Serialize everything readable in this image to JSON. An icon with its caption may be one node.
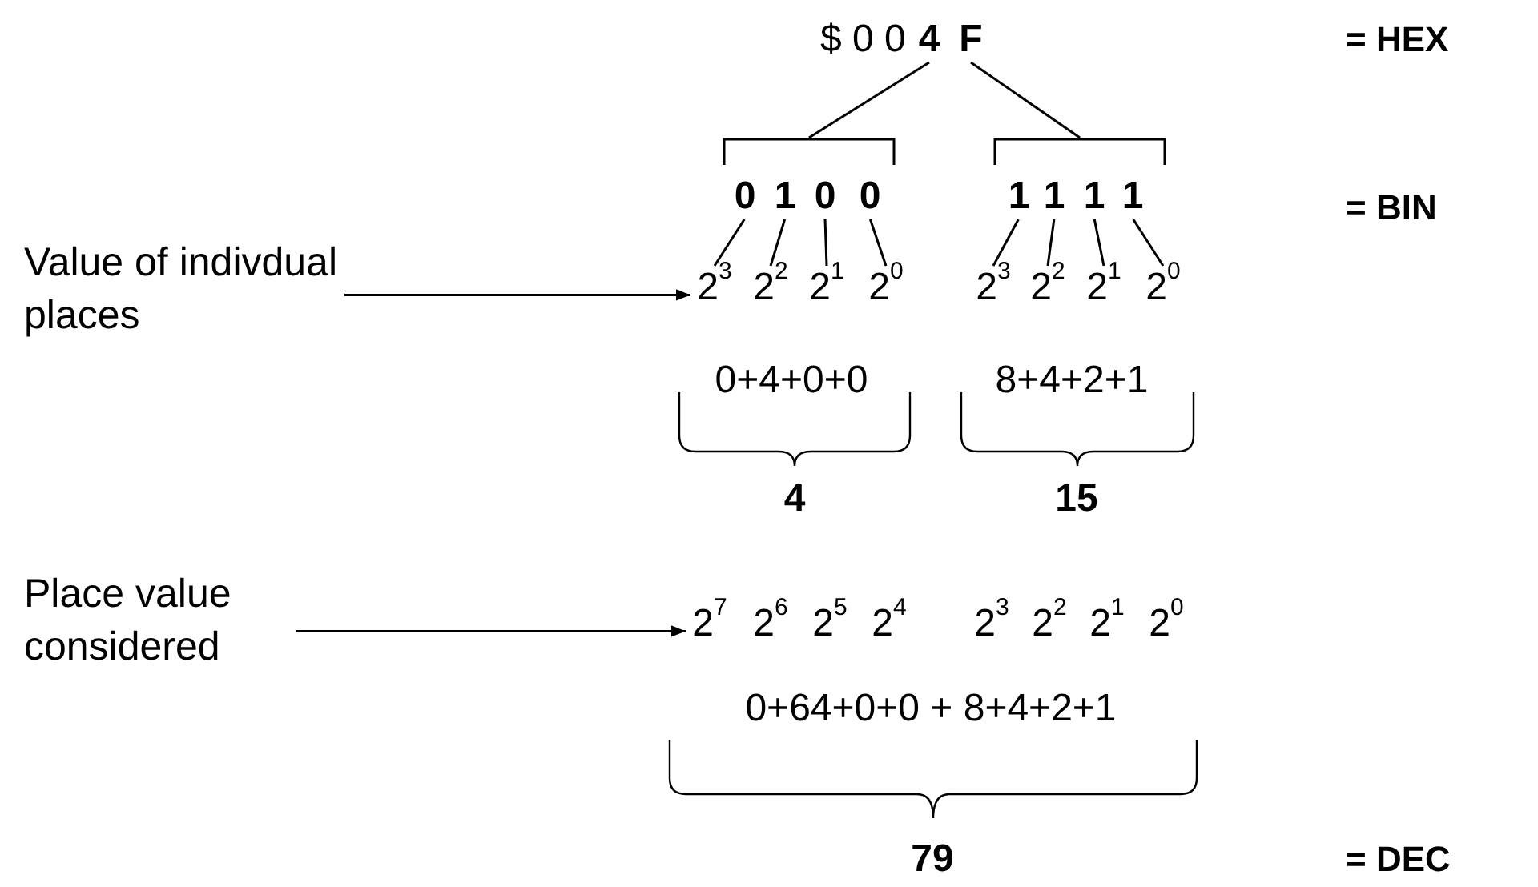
{
  "diagram": {
    "nodes": [
      {
        "text": [
          "4"
        ]
      },
      {
        "text": [
          "F"
        ]
      },
      {
        "text": [],
        "shape": "bracket"
      },
      {
        "text": [],
        "shape": "bracket"
      },
      {
        "text": [
          "0"
        ]
      },
      {
        "text": [
          "1"
        ]
      },
      {
        "text": [
          "0"
        ]
      },
      {
        "text": [
          "0"
        ]
      },
      {
        "text": [
          "1"
        ]
      },
      {
        "text": [
          "1"
        ]
      },
      {
        "text": [
          "1"
        ]
      },
      {
        "text": [
          "1"
        ]
      },
      {
        "text": [
          "2$^{3}$"
        ]
      },
      {
        "text": [
          "2$^{2}$"
        ]
      },
      {
        "text": [
          "2$^{1}$"
        ]
      },
      {
        "text": [
          "2$^{0}$"
        ]
      },
      {
        "text": [
          "2$^{3}$"
        ]
      },
      {
        "text": [
          "2$^{2}$"
        ]
      },
      {
        "text": [
          "2$^{1}$"
        ]
      },
      {
        "text": [
          "2$^{0}$"
        ]
      },
      {
        "text": [
          "Value of indivdual places"
        ]
      },
      {
        "text": [
          "Place value considered"
        ]
      },
      {
        "text": [
          "2$^{7}$"
        ]
      }
    ],
    "edges": [
      {
        "from": 0,
        "to": 2,
        "arrow": "none"
      },
      {
        "from": 1,
        "to": 3,
        "arrow": "none"
      },
      {
        "from": 4,
        "to": 12,
        "arrow": "none"
      },
      {
        "from": 5,
        "to": 13,
        "arrow": "none"
      },
      {
        "from": 6,
        "to": 14,
        "arrow": "none"
      },
      {
        "from": 7,
        "to": 15,
        "arrow": "none"
      },
      {
        "from": 8,
        "to": 16,
        "arrow": "none"
      },
      {
        "from": 9,
        "to": 17,
        "arrow": "none"
      },
      {
        "from": 10,
        "to": 18,
        "arrow": "none"
      },
      {
        "from": 11,
        "to": 19,
        "arrow": "none"
      },
      {
        "from": 20,
        "to": 12,
        "arrow": "to"
      },
      {
        "from": 21,
        "to": 22,
        "arrow": "to"
      }
    ],
    "labels": [
      "$ 0 0",
      "= HEX",
      "= BIN",
      "0+4+0+0",
      "8+4+2+1",
      "4",
      "15",
      "2$^{6}$",
      "2$^{5}$",
      "2$^{4}$",
      "2$^{3}$",
      "2$^{2}$",
      "2$^{1}$",
      "2$^{0}$",
      "0+64+0+0 + 8+4+2+1",
      "79",
      "= DEC"
    ]
  }
}
